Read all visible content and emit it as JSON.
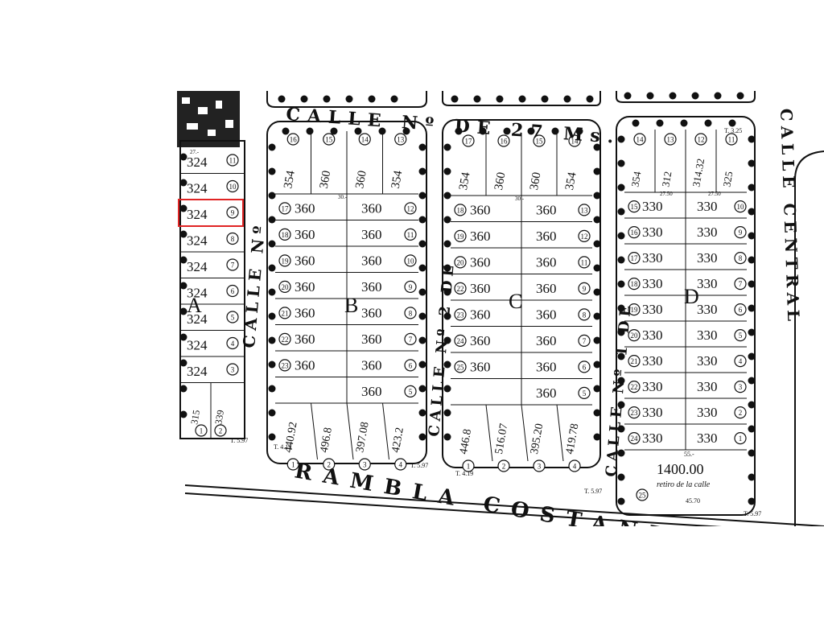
{
  "map": {
    "streets": {
      "top": "CALLE Nº DE 27 Ms.",
      "left": "CALLE Nº",
      "middle1": "CALLE Nº 2 DE",
      "middle2": "CALLE Nº 1 DE",
      "right": "CALLE CENTRAL",
      "bottom": "RAMBLA COSTANERA"
    },
    "blocks": [
      {
        "letter": "A",
        "lots": [
          {
            "n": "11",
            "area": "324"
          },
          {
            "n": "10",
            "area": "324"
          },
          {
            "n": "9",
            "area": "324"
          },
          {
            "n": "8",
            "area": "324"
          },
          {
            "n": "7",
            "area": "324"
          },
          {
            "n": "6",
            "area": "324"
          },
          {
            "n": "5",
            "area": "324"
          },
          {
            "n": "4",
            "area": "324"
          },
          {
            "n": "3",
            "area": "324"
          }
        ],
        "corner": [
          {
            "n": "1",
            "area": "315"
          },
          {
            "n": "2",
            "area": "339"
          }
        ]
      },
      {
        "letter": "B",
        "top": [
          {
            "n": "16",
            "area": "354"
          },
          {
            "n": "15",
            "area": "360"
          },
          {
            "n": "14",
            "area": "360"
          },
          {
            "n": "13",
            "area": "354"
          }
        ],
        "left": [
          {
            "n": "17",
            "area": "360"
          },
          {
            "n": "18",
            "area": "360"
          },
          {
            "n": "19",
            "area": "360"
          },
          {
            "n": "20",
            "area": "360"
          },
          {
            "n": "21",
            "area": "360"
          },
          {
            "n": "22",
            "area": "360"
          },
          {
            "n": "23",
            "area": "360"
          }
        ],
        "right": [
          {
            "n": "12",
            "area": "360"
          },
          {
            "n": "11",
            "area": "360"
          },
          {
            "n": "10",
            "area": "360"
          },
          {
            "n": "9",
            "area": "360"
          },
          {
            "n": "8",
            "area": "360"
          },
          {
            "n": "7",
            "area": "360"
          },
          {
            "n": "6",
            "area": "360"
          },
          {
            "n": "5",
            "area": "360"
          }
        ],
        "bottom": [
          {
            "n": "1",
            "area": "440.92"
          },
          {
            "n": "2",
            "area": "496.8"
          },
          {
            "n": "3",
            "area": "397.08"
          },
          {
            "n": "4",
            "area": "423.2"
          }
        ]
      },
      {
        "letter": "C",
        "top": [
          {
            "n": "17",
            "area": "354"
          },
          {
            "n": "16",
            "area": "360"
          },
          {
            "n": "15",
            "area": "360"
          },
          {
            "n": "14",
            "area": "354"
          }
        ],
        "left": [
          {
            "n": "18",
            "area": "360"
          },
          {
            "n": "19",
            "area": "360"
          },
          {
            "n": "20",
            "area": "360"
          },
          {
            "n": "22",
            "area": "360"
          },
          {
            "n": "23",
            "area": "360"
          },
          {
            "n": "24",
            "area": "360"
          },
          {
            "n": "25",
            "area": "360"
          }
        ],
        "right": [
          {
            "n": "13",
            "area": "360"
          },
          {
            "n": "12",
            "area": "360"
          },
          {
            "n": "11",
            "area": "360"
          },
          {
            "n": "9",
            "area": "360"
          },
          {
            "n": "8",
            "area": "360"
          },
          {
            "n": "7",
            "area": "360"
          },
          {
            "n": "6",
            "area": "360"
          },
          {
            "n": "5",
            "area": "360"
          }
        ],
        "bottom": [
          {
            "n": "1",
            "area": "446.8"
          },
          {
            "n": "2",
            "area": "516.07"
          },
          {
            "n": "3",
            "area": "395.20"
          },
          {
            "n": "4",
            "area": "419.78"
          }
        ]
      },
      {
        "letter": "D",
        "top": [
          {
            "n": "14",
            "area": "354"
          },
          {
            "n": "13",
            "area": "312"
          },
          {
            "n": "12",
            "area": "314.32"
          },
          {
            "n": "11",
            "area": "325"
          }
        ],
        "left": [
          {
            "n": "15",
            "area": "330"
          },
          {
            "n": "16",
            "area": "330"
          },
          {
            "n": "17",
            "area": "330"
          },
          {
            "n": "18",
            "area": "330"
          },
          {
            "n": "19",
            "area": "330"
          },
          {
            "n": "20",
            "area": "330"
          },
          {
            "n": "21",
            "area": "330"
          },
          {
            "n": "22",
            "area": "330"
          },
          {
            "n": "23",
            "area": "330"
          },
          {
            "n": "24",
            "area": "330"
          }
        ],
        "right": [
          {
            "n": "10",
            "area": "330"
          },
          {
            "n": "9",
            "area": "330"
          },
          {
            "n": "8",
            "area": "330"
          },
          {
            "n": "7",
            "area": "330"
          },
          {
            "n": "6",
            "area": "330"
          },
          {
            "n": "5",
            "area": "330"
          },
          {
            "n": "4",
            "area": "330"
          },
          {
            "n": "3",
            "area": "330"
          },
          {
            "n": "2",
            "area": "330"
          },
          {
            "n": "1",
            "area": "330"
          }
        ],
        "bottom": [
          {
            "n": "25",
            "area": "1400.00"
          }
        ],
        "note": "retiro de la calle"
      }
    ],
    "dims": {
      "depth_a": "27.-",
      "depth_b": "30.-",
      "depth_d": "27.50",
      "t_a": "T. 5.97",
      "t_b": "T. 4.19",
      "t_b2": "T. 5.97",
      "t_c": "T. 4.19",
      "t_c2": "T. 5.97",
      "t_d": "T. 3.25",
      "t_d2": "T. 5.97",
      "d_bottom": "45.70",
      "d_55": "55.-"
    },
    "highlight": {
      "block": "A",
      "lot": "9",
      "color": "#e02424"
    }
  }
}
